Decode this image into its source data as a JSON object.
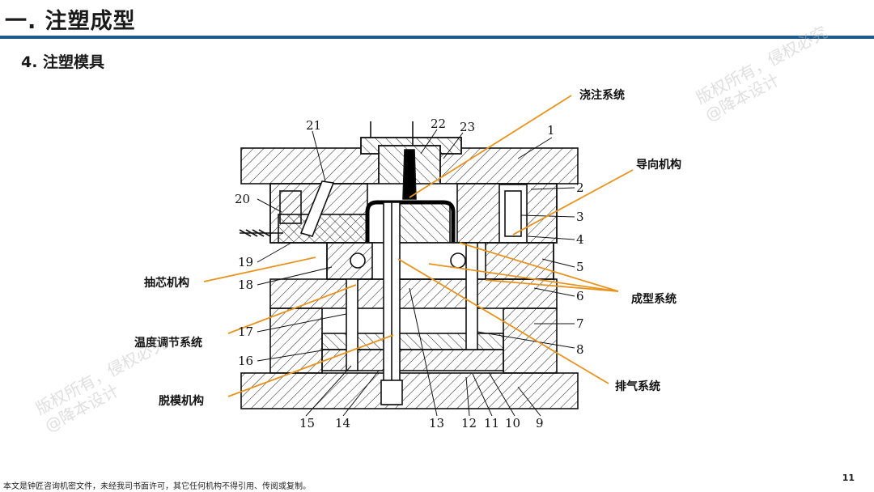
{
  "header": {
    "title": "一. 注塑成型",
    "subtitle": "4.  注塑模具"
  },
  "watermarks": [
    "版权所有，侵权必究",
    "@降本设计"
  ],
  "diagram": {
    "part_numbers": [
      "1",
      "2",
      "3",
      "4",
      "5",
      "6",
      "7",
      "8",
      "9",
      "10",
      "11",
      "12",
      "13",
      "14",
      "15",
      "16",
      "17",
      "18",
      "19",
      "20",
      "21",
      "22",
      "23"
    ],
    "systems": {
      "pouring": "浇注系统",
      "guide": "导向机构",
      "core_pull": "抽芯机构",
      "molding": "成型系统",
      "temperature": "温度调节系统",
      "exhaust": "排气系统",
      "ejection": "脱模机构"
    }
  },
  "footer": {
    "notice": "本文是钟匠咨询机密文件，未经我司书面许可，其它任何机构不得引用、传阅或复制。",
    "page": "11"
  },
  "colors": {
    "rule": "#1f5c8c",
    "leader": "#e8931e"
  }
}
